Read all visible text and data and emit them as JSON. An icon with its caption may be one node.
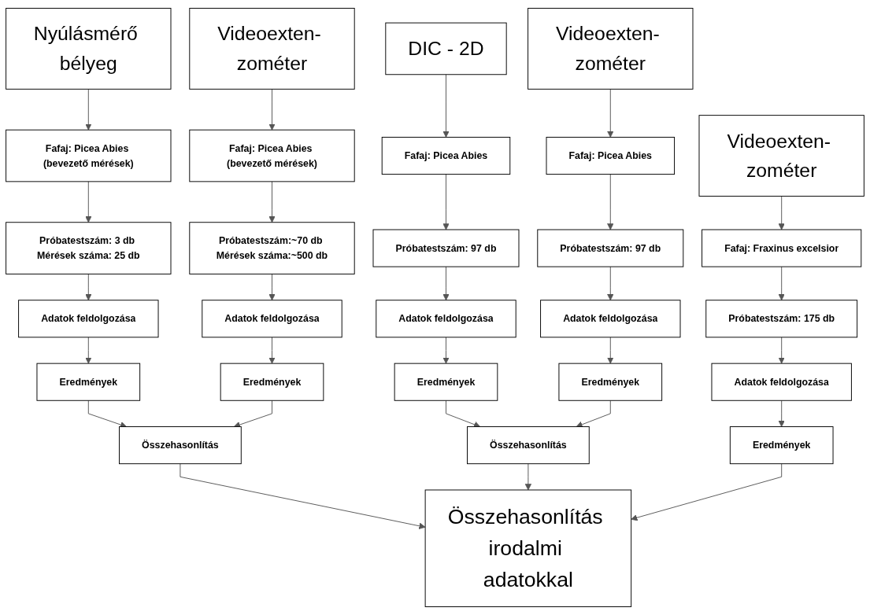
{
  "diagram": {
    "nodes": [
      {
        "text": [
          "Nyúlásmérő bélyeg"
        ]
      },
      {
        "text": [
          "Videoexten- zométer"
        ]
      },
      {
        "text": [
          "DIC - 2D"
        ]
      },
      {
        "text": [
          "Videoexten- zométer"
        ]
      },
      {
        "text": [
          "Videoexten- zométer"
        ]
      },
      {
        "text": [
          "Fafaj: Picea Abies (bevezető mérések)"
        ]
      },
      {
        "text": [
          "Fafaj: Picea Abies (bevezető mérések)"
        ]
      },
      {
        "text": [
          "Fafaj: Picea Abies"
        ]
      },
      {
        "text": [
          "Fafaj: Picea Abies"
        ]
      },
      {
        "text": [
          "Fafaj: Fraxinus excelsior"
        ]
      },
      {
        "text": [
          "Próbatestszám: 3 db Mérések száma: 25 db"
        ]
      },
      {
        "text": [
          "Próbatestszám:~70 db Mérések száma:~500 db"
        ]
      },
      {
        "text": [
          "Próbatestszám: 97 db"
        ]
      },
      {
        "text": [
          "Próbatestszám: 97 db"
        ]
      },
      {
        "text": [
          "Próbatestszám: 175 db"
        ]
      },
      {
        "text": [
          "Adatok feldolgozása"
        ]
      },
      {
        "text": [
          "Adatok feldolgozása"
        ]
      },
      {
        "text": [
          "Adatok feldolgozása"
        ]
      },
      {
        "text": [
          "Adatok feldolgozása"
        ]
      },
      {
        "text": [
          "Adatok feldolgozása"
        ]
      },
      {
        "text": [
          "Eredmények"
        ]
      },
      {
        "text": [
          "Eredmények"
        ]
      },
      {
        "text": [
          "Eredmények"
        ]
      },
      {
        "text": [
          "Eredmények"
        ]
      },
      {
        "text": [
          "Eredmények"
        ]
      },
      {
        "text": [
          "Összehasonlítás"
        ]
      },
      {
        "text": [
          "Összehasonlítás"
        ]
      },
      {
        "text": [
          "Összehasonlítás irodalmi adatokkal"
        ]
      }
    ],
    "edges": [
      {
        "from": 0,
        "to": 5,
        "arrow": "to"
      },
      {
        "from": 1,
        "to": 6,
        "arrow": "to"
      },
      {
        "from": 2,
        "to": 7,
        "arrow": "to"
      },
      {
        "from": 3,
        "to": 8,
        "arrow": "to"
      },
      {
        "from": 4,
        "to": 9,
        "arrow": "to"
      },
      {
        "from": 5,
        "to": 10,
        "arrow": "to"
      },
      {
        "from": 6,
        "to": 11,
        "arrow": "to"
      },
      {
        "from": 7,
        "to": 12,
        "arrow": "to"
      },
      {
        "from": 8,
        "to": 13,
        "arrow": "to"
      },
      {
        "from": 9,
        "to": 14,
        "arrow": "to"
      },
      {
        "from": 10,
        "to": 15,
        "arrow": "to"
      },
      {
        "from": 11,
        "to": 16,
        "arrow": "to"
      },
      {
        "from": 12,
        "to": 17,
        "arrow": "to"
      },
      {
        "from": 13,
        "to": 18,
        "arrow": "to"
      },
      {
        "from": 14,
        "to": 19,
        "arrow": "to"
      },
      {
        "from": 15,
        "to": 20,
        "arrow": "to"
      },
      {
        "from": 16,
        "to": 21,
        "arrow": "to"
      },
      {
        "from": 17,
        "to": 22,
        "arrow": "to"
      },
      {
        "from": 18,
        "to": 23,
        "arrow": "to"
      },
      {
        "from": 19,
        "to": 24,
        "arrow": "to"
      },
      {
        "from": 20,
        "to": 25,
        "arrow": "to"
      },
      {
        "from": 21,
        "to": 25,
        "arrow": "to"
      },
      {
        "from": 22,
        "to": 26,
        "arrow": "to"
      },
      {
        "from": 23,
        "to": 26,
        "arrow": "to"
      },
      {
        "from": 25,
        "to": 27,
        "arrow": "to"
      },
      {
        "from": 26,
        "to": 27,
        "arrow": "to"
      },
      {
        "from": 24,
        "to": 27,
        "arrow": "to"
      }
    ]
  }
}
